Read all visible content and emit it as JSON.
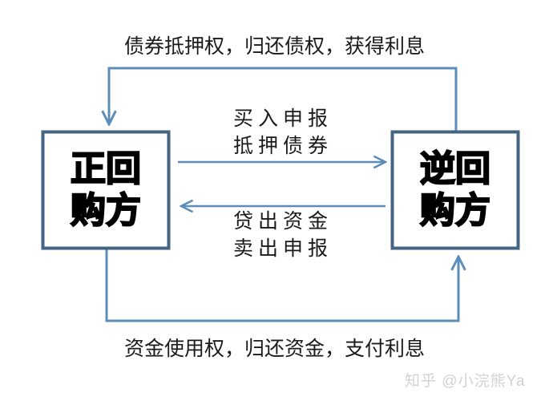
{
  "diagram": {
    "title_text": "",
    "colors": {
      "box_border": "#456383",
      "arrow": "#5b8db8",
      "node_text": "#000000",
      "label_text": "#1a1a1a",
      "background": "#ffffff",
      "watermark": "#d2d2d2"
    },
    "nodes": [
      {
        "id": "forward-repo-party",
        "line1": "正回",
        "line2": "购方",
        "full_label": "正回购方"
      },
      {
        "id": "reverse-repo-party",
        "line1": "逆回",
        "line2": "购方",
        "full_label": "逆回购方"
      }
    ],
    "edges": {
      "top_label": "债券抵押权，归还债权，获得利息",
      "bottom_label": "资金使用权，归还资金，支付利息",
      "mid_upper_line1": "买入申报",
      "mid_upper_line2": "抵押债券",
      "mid_lower_line1": "贷出资金",
      "mid_lower_line2": "卖出申报"
    }
  },
  "watermark": {
    "text": "知乎 @小浣熊Ya"
  }
}
